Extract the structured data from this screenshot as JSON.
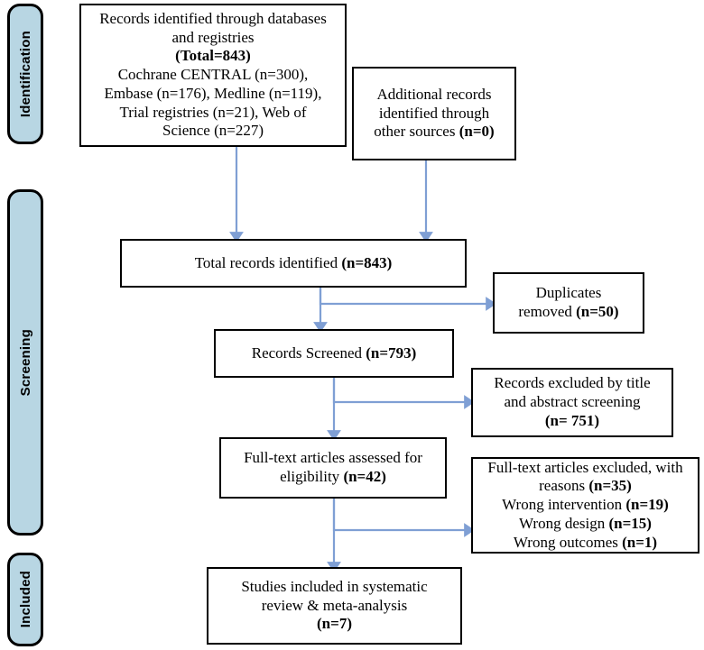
{
  "diagram": {
    "title": "PRISMA flow diagram",
    "colors": {
      "stage_bar_fill": "#b8d6e3",
      "stage_bar_border": "#000000",
      "box_border": "#000000",
      "arrow": "#7f9fd4",
      "text": "#000000"
    }
  },
  "stages": [
    {
      "label": "Identification"
    },
    {
      "label": "Screening"
    },
    {
      "label": "Included"
    }
  ],
  "boxes": {
    "records_identified": {
      "name": "records-identified-databases",
      "lines": [
        {
          "text": "Records identified through databases",
          "bold": false
        },
        {
          "text": "and registries",
          "bold": false
        },
        {
          "text": "(Total=843)",
          "bold": true
        },
        {
          "text": "Cochrane CENTRAL (n=300),",
          "bold": false
        },
        {
          "text": "Embase (n=176), Medline (n=119),",
          "bold": false
        },
        {
          "text": "Trial registries (n=21), Web of",
          "bold": false
        },
        {
          "text": "Science (n=227)",
          "bold": false
        }
      ]
    },
    "additional_records": {
      "name": "additional-records-other-sources",
      "lines": [
        {
          "text": "Additional records",
          "bold": false
        },
        {
          "text": "identified through",
          "bold": false
        },
        {
          "text": "other sources ",
          "bold": false,
          "boldtail": "(n=0)"
        }
      ]
    },
    "total_records": {
      "name": "total-records-identified",
      "lines": [
        {
          "text": "Total records identified  ",
          "bold": false,
          "boldtail": "(n=843)"
        }
      ]
    },
    "duplicates_removed": {
      "name": "duplicates-removed",
      "lines": [
        {
          "text": "Duplicates",
          "bold": false
        },
        {
          "text": "removed ",
          "bold": false,
          "boldtail": "(n=50)"
        }
      ]
    },
    "records_screened": {
      "name": "records-screened",
      "lines": [
        {
          "text": "Records Screened ",
          "bold": false,
          "boldtail": "(n=793)"
        }
      ]
    },
    "records_excluded": {
      "name": "records-excluded-title-abstract",
      "lines": [
        {
          "text": "Records excluded by title",
          "bold": false
        },
        {
          "text": "and abstract screening",
          "bold": false
        },
        {
          "text": "(n= 751)",
          "bold": true
        }
      ]
    },
    "fulltext_assessed": {
      "name": "fulltext-articles-assessed",
      "lines": [
        {
          "text": "Full-text articles assessed for",
          "bold": false
        },
        {
          "text": "eligibility ",
          "bold": false,
          "boldtail": "(n=42)"
        }
      ]
    },
    "fulltext_excluded": {
      "name": "fulltext-articles-excluded",
      "lines": [
        {
          "text": "Full-text articles excluded, with",
          "bold": false
        },
        {
          "text": "reasons ",
          "bold": false,
          "boldtail": "(n=35)"
        },
        {
          "text": "Wrong intervention ",
          "bold": false,
          "boldtail": "(n=19)"
        },
        {
          "text": "Wrong design ",
          "bold": false,
          "boldtail": "(n=15)"
        },
        {
          "text": "Wrong outcomes ",
          "bold": false,
          "boldtail": "(n=1)"
        }
      ]
    },
    "studies_included": {
      "name": "studies-included",
      "lines": [
        {
          "text": "Studies included in systematic",
          "bold": false
        },
        {
          "text": "review & meta-analysis",
          "bold": false
        },
        {
          "text": "(n=7)",
          "bold": true
        }
      ]
    }
  },
  "chart_data": {
    "type": "diagram",
    "title": "PRISMA flow diagram",
    "nodes": [
      {
        "id": "records_identified",
        "stage": "Identification",
        "label": "Records identified through databases and registries (Total=843)",
        "value": 843,
        "sources": [
          {
            "name": "Cochrane CENTRAL",
            "n": 300
          },
          {
            "name": "Embase",
            "n": 176
          },
          {
            "name": "Medline",
            "n": 119
          },
          {
            "name": "Trial registries",
            "n": 21
          },
          {
            "name": "Web of Science",
            "n": 227
          }
        ]
      },
      {
        "id": "additional_records",
        "stage": "Identification",
        "label": "Additional records identified through other sources",
        "value": 0
      },
      {
        "id": "total_records",
        "stage": "Screening",
        "label": "Total records identified",
        "value": 843
      },
      {
        "id": "duplicates_removed",
        "stage": "Screening",
        "label": "Duplicates removed",
        "value": 50
      },
      {
        "id": "records_screened",
        "stage": "Screening",
        "label": "Records Screened",
        "value": 793
      },
      {
        "id": "records_excluded",
        "stage": "Screening",
        "label": "Records excluded by title and abstract screening",
        "value": 751
      },
      {
        "id": "fulltext_assessed",
        "stage": "Screening",
        "label": "Full-text articles assessed for eligibility",
        "value": 42
      },
      {
        "id": "fulltext_excluded",
        "stage": "Screening",
        "label": "Full-text articles excluded, with reasons",
        "value": 35,
        "reasons": [
          {
            "name": "Wrong intervention",
            "n": 19
          },
          {
            "name": "Wrong design",
            "n": 15
          },
          {
            "name": "Wrong outcomes",
            "n": 1
          }
        ]
      },
      {
        "id": "studies_included",
        "stage": "Included",
        "label": "Studies included in systematic review & meta-analysis",
        "value": 7
      }
    ],
    "edges": [
      {
        "from": "records_identified",
        "to": "total_records"
      },
      {
        "from": "additional_records",
        "to": "total_records"
      },
      {
        "from": "total_records",
        "to": "duplicates_removed"
      },
      {
        "from": "total_records",
        "to": "records_screened"
      },
      {
        "from": "records_screened",
        "to": "records_excluded"
      },
      {
        "from": "records_screened",
        "to": "fulltext_assessed"
      },
      {
        "from": "fulltext_assessed",
        "to": "fulltext_excluded"
      },
      {
        "from": "fulltext_assessed",
        "to": "studies_included"
      }
    ]
  }
}
